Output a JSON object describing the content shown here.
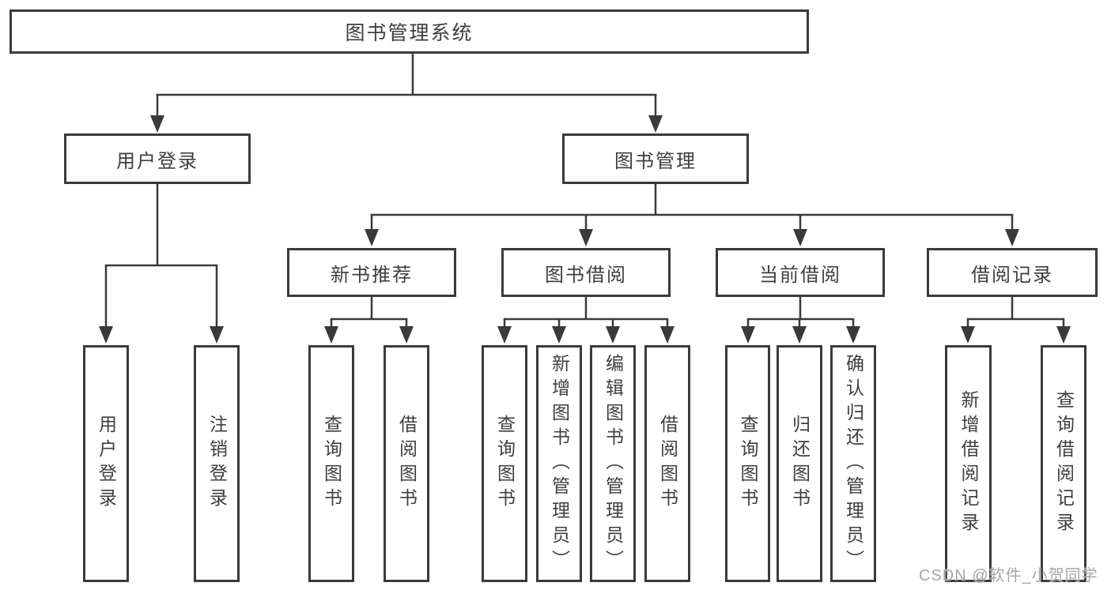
{
  "tree": {
    "root": {
      "label": "图书管理系统"
    },
    "branches": [
      {
        "label": "用户登录",
        "children": [
          {
            "label": "用户登录"
          },
          {
            "label": "注销登录"
          }
        ]
      },
      {
        "label": "图书管理",
        "groups": [
          {
            "label": "新书推荐",
            "children": [
              {
                "label": "查询图书"
              },
              {
                "label": "借阅图书"
              }
            ]
          },
          {
            "label": "图书借阅",
            "children": [
              {
                "label": "查询图书"
              },
              {
                "label": "新增图书（管理员）"
              },
              {
                "label": "编辑图书（管理员）"
              },
              {
                "label": "借阅图书"
              }
            ]
          },
          {
            "label": "当前借阅",
            "children": [
              {
                "label": "查询图书"
              },
              {
                "label": "归还图书"
              },
              {
                "label": "确认归还（管理员）"
              }
            ]
          },
          {
            "label": "借阅记录",
            "children": [
              {
                "label": "新增借阅记录"
              },
              {
                "label": "查询借阅记录"
              }
            ]
          }
        ]
      }
    ]
  },
  "watermark": {
    "text": "CSDN @软件_小贺同学"
  },
  "colors": {
    "line": "#3a3a3d",
    "box_border": "#3a3a3d",
    "text": "#3e3e42",
    "background": "#ffffff",
    "watermark": "#a5a5a5"
  }
}
